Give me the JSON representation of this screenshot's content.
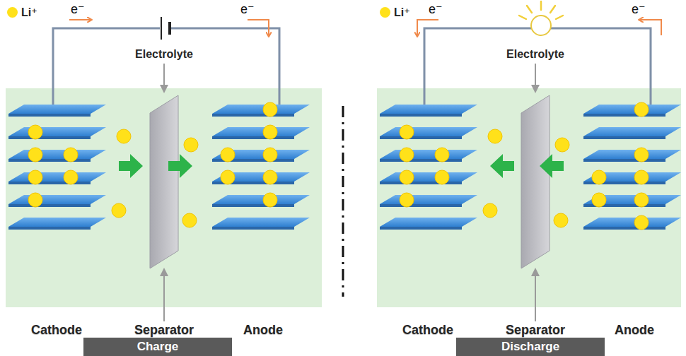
{
  "diagram": {
    "nodes": [
      {
        "text": [
          "Charge"
        ]
      },
      {
        "text": [
          "Discharge"
        ]
      }
    ],
    "labels": [
      "e⁻",
      "e⁻",
      "Electrolyte",
      "Cathode",
      "Separator",
      "Anode",
      "e⁻",
      "e⁻",
      "Electrolyte",
      "Cathode",
      "Separator",
      "Anode"
    ],
    "legend": [
      {
        "text": "Li⁺",
        "color": "#ffe11a"
      },
      {
        "text": "Li⁺",
        "color": "#ffe11a"
      }
    ]
  }
}
